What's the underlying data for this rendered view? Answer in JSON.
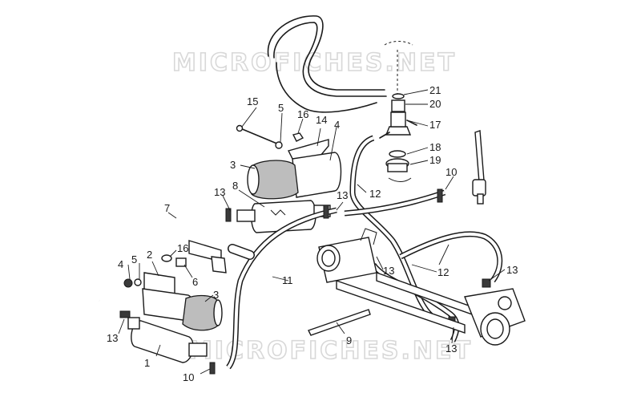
{
  "watermarks": {
    "top": "MICROFICHES.NET",
    "bottom": "MICROFICHES.NET"
  },
  "callouts": {
    "c1": "1",
    "c2": "2",
    "c3a": "3",
    "c3b": "3",
    "c4a": "4",
    "c4b": "4",
    "c5a": "5",
    "c5b": "5",
    "c6": "6",
    "c7": "7",
    "c8": "8",
    "c9": "9",
    "c10a": "10",
    "c10b": "10",
    "c11": "11",
    "c12a": "12",
    "c12b": "12",
    "c13a": "13",
    "c13b": "13",
    "c13c": "13",
    "c13d": "13",
    "c13e": "13",
    "c13f": "13",
    "c14": "14",
    "c15": "15",
    "c16a": "16",
    "c16b": "16",
    "c17": "17",
    "c18": "18",
    "c19": "19",
    "c20": "20",
    "c21": "21"
  }
}
